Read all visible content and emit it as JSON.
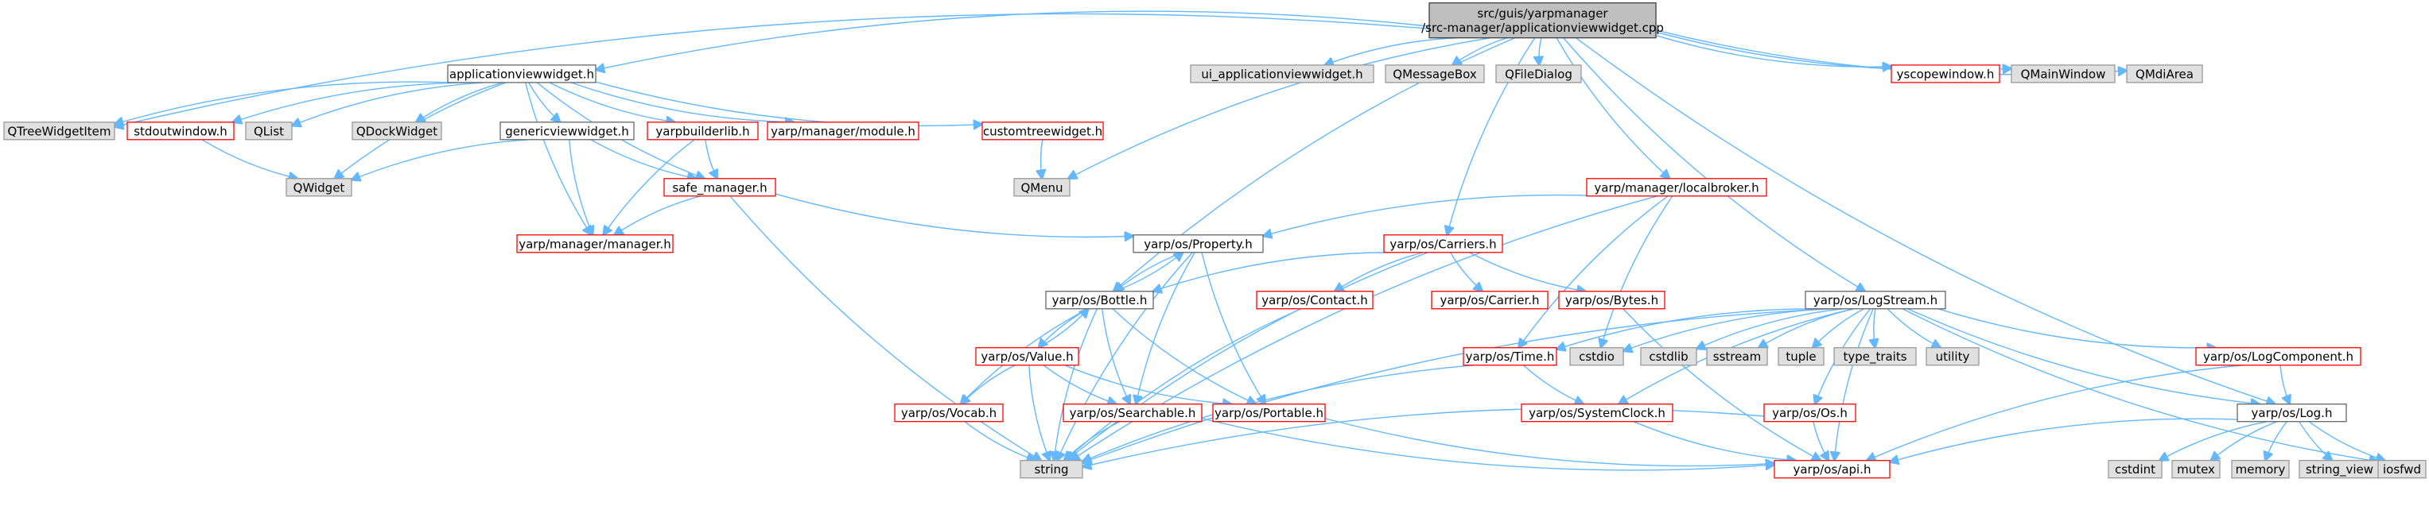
{
  "colors": {
    "edge": "#63b8ff",
    "node_white_fill": "#ffffff",
    "node_white_stroke": "#666666",
    "node_red_stroke": "#ff0000",
    "node_gray_fill": "#e0e0e0",
    "node_gray_stroke": "#999999",
    "root_fill": "#bfbfbf",
    "root_stroke": "#404040"
  },
  "nodes": [
    {
      "id": "root",
      "lines": [
        "src/guis/yarpmanager",
        "/src-manager/applicationviewwidget.cpp"
      ],
      "style": "root"
    },
    {
      "id": "appview",
      "lines": [
        "applicationviewwidget.h"
      ],
      "style": "white"
    },
    {
      "id": "ui_app",
      "lines": [
        "ui_applicationviewwidget.h"
      ],
      "style": "gray"
    },
    {
      "id": "qmessagebox",
      "lines": [
        "QMessageBox"
      ],
      "style": "gray"
    },
    {
      "id": "qfiledialog",
      "lines": [
        "QFileDialog"
      ],
      "style": "gray"
    },
    {
      "id": "yscope",
      "lines": [
        "yscopewindow.h"
      ],
      "style": "red"
    },
    {
      "id": "qmainwindow",
      "lines": [
        "QMainWindow"
      ],
      "style": "gray"
    },
    {
      "id": "qmdiarea",
      "lines": [
        "QMdiArea"
      ],
      "style": "gray"
    },
    {
      "id": "qtreewidgetitem",
      "lines": [
        "QTreeWidgetItem"
      ],
      "style": "gray"
    },
    {
      "id": "stdoutwindow",
      "lines": [
        "stdoutwindow.h"
      ],
      "style": "red"
    },
    {
      "id": "qlist",
      "lines": [
        "QList"
      ],
      "style": "gray"
    },
    {
      "id": "qdockwidget",
      "lines": [
        "QDockWidget"
      ],
      "style": "gray"
    },
    {
      "id": "genericview",
      "lines": [
        "genericviewwidget.h"
      ],
      "style": "white"
    },
    {
      "id": "yarpbuilderlib",
      "lines": [
        "yarpbuilderlib.h"
      ],
      "style": "red"
    },
    {
      "id": "managermodule",
      "lines": [
        "yarp/manager/module.h"
      ],
      "style": "red"
    },
    {
      "id": "customtree",
      "lines": [
        "customtreewidget.h"
      ],
      "style": "red"
    },
    {
      "id": "qwidget",
      "lines": [
        "QWidget"
      ],
      "style": "gray"
    },
    {
      "id": "safemanager",
      "lines": [
        "safe_manager.h"
      ],
      "style": "red"
    },
    {
      "id": "qmenu",
      "lines": [
        "QMenu"
      ],
      "style": "gray"
    },
    {
      "id": "localbroker",
      "lines": [
        "yarp/manager/localbroker.h"
      ],
      "style": "red"
    },
    {
      "id": "managerh",
      "lines": [
        "yarp/manager/manager.h"
      ],
      "style": "red"
    },
    {
      "id": "property",
      "lines": [
        "yarp/os/Property.h"
      ],
      "style": "white"
    },
    {
      "id": "carriers",
      "lines": [
        "yarp/os/Carriers.h"
      ],
      "style": "red"
    },
    {
      "id": "bottle",
      "lines": [
        "yarp/os/Bottle.h"
      ],
      "style": "white"
    },
    {
      "id": "contact",
      "lines": [
        "yarp/os/Contact.h"
      ],
      "style": "red"
    },
    {
      "id": "carrier",
      "lines": [
        "yarp/os/Carrier.h"
      ],
      "style": "red"
    },
    {
      "id": "bytes",
      "lines": [
        "yarp/os/Bytes.h"
      ],
      "style": "red"
    },
    {
      "id": "logstream",
      "lines": [
        "yarp/os/LogStream.h"
      ],
      "style": "white"
    },
    {
      "id": "value",
      "lines": [
        "yarp/os/Value.h"
      ],
      "style": "red"
    },
    {
      "id": "time",
      "lines": [
        "yarp/os/Time.h"
      ],
      "style": "red"
    },
    {
      "id": "cstdio",
      "lines": [
        "cstdio"
      ],
      "style": "gray"
    },
    {
      "id": "cstdlib",
      "lines": [
        "cstdlib"
      ],
      "style": "gray"
    },
    {
      "id": "sstream",
      "lines": [
        "sstream"
      ],
      "style": "gray"
    },
    {
      "id": "tuple",
      "lines": [
        "tuple"
      ],
      "style": "gray"
    },
    {
      "id": "type_traits",
      "lines": [
        "type_traits"
      ],
      "style": "gray"
    },
    {
      "id": "utility",
      "lines": [
        "utility"
      ],
      "style": "gray"
    },
    {
      "id": "logcomponent",
      "lines": [
        "yarp/os/LogComponent.h"
      ],
      "style": "red"
    },
    {
      "id": "vocab",
      "lines": [
        "yarp/os/Vocab.h"
      ],
      "style": "red"
    },
    {
      "id": "searchable",
      "lines": [
        "yarp/os/Searchable.h"
      ],
      "style": "red"
    },
    {
      "id": "portable",
      "lines": [
        "yarp/os/Portable.h"
      ],
      "style": "red"
    },
    {
      "id": "systemclock",
      "lines": [
        "yarp/os/SystemClock.h"
      ],
      "style": "red"
    },
    {
      "id": "os",
      "lines": [
        "yarp/os/Os.h"
      ],
      "style": "red"
    },
    {
      "id": "log",
      "lines": [
        "yarp/os/Log.h"
      ],
      "style": "white"
    },
    {
      "id": "string",
      "lines": [
        "string"
      ],
      "style": "gray"
    },
    {
      "id": "api",
      "lines": [
        "yarp/os/api.h"
      ],
      "style": "red"
    },
    {
      "id": "cstdint",
      "lines": [
        "cstdint"
      ],
      "style": "gray"
    },
    {
      "id": "mutex",
      "lines": [
        "mutex"
      ],
      "style": "gray"
    },
    {
      "id": "memory",
      "lines": [
        "memory"
      ],
      "style": "gray"
    },
    {
      "id": "string_view",
      "lines": [
        "string_view"
      ],
      "style": "gray"
    },
    {
      "id": "iosfwd",
      "lines": [
        "iosfwd"
      ],
      "style": "gray"
    }
  ],
  "edges": [
    [
      "root",
      "appview"
    ],
    [
      "root",
      "ui_app"
    ],
    [
      "root",
      "qmessagebox"
    ],
    [
      "root",
      "qfiledialog"
    ],
    [
      "root",
      "yscope"
    ],
    [
      "root",
      "qmainwindow"
    ],
    [
      "root",
      "qmdiarea"
    ],
    [
      "root",
      "qtreewidgetitem"
    ],
    [
      "root",
      "qmenu"
    ],
    [
      "root",
      "localbroker"
    ],
    [
      "root",
      "carriers"
    ],
    [
      "root",
      "bottle"
    ],
    [
      "root",
      "logstream"
    ],
    [
      "root",
      "log"
    ],
    [
      "appview",
      "qtreewidgetitem"
    ],
    [
      "appview",
      "stdoutwindow"
    ],
    [
      "appview",
      "qlist"
    ],
    [
      "appview",
      "qdockwidget"
    ],
    [
      "appview",
      "genericview"
    ],
    [
      "appview",
      "yarpbuilderlib"
    ],
    [
      "appview",
      "managermodule"
    ],
    [
      "appview",
      "customtree"
    ],
    [
      "appview",
      "qwidget"
    ],
    [
      "appview",
      "safemanager"
    ],
    [
      "appview",
      "managerh"
    ],
    [
      "stdoutwindow",
      "qwidget"
    ],
    [
      "genericview",
      "qwidget"
    ],
    [
      "genericview",
      "safemanager"
    ],
    [
      "genericview",
      "managerh"
    ],
    [
      "yarpbuilderlib",
      "safemanager"
    ],
    [
      "yarpbuilderlib",
      "managerh"
    ],
    [
      "customtree",
      "qmenu"
    ],
    [
      "safemanager",
      "managerh"
    ],
    [
      "safemanager",
      "property"
    ],
    [
      "safemanager",
      "string"
    ],
    [
      "localbroker",
      "property"
    ],
    [
      "localbroker",
      "string"
    ],
    [
      "localbroker",
      "time"
    ],
    [
      "localbroker",
      "cstdio"
    ],
    [
      "property",
      "bottle"
    ],
    [
      "property",
      "searchable"
    ],
    [
      "property",
      "portable"
    ],
    [
      "property",
      "string"
    ],
    [
      "carriers",
      "bottle"
    ],
    [
      "carriers",
      "contact"
    ],
    [
      "carriers",
      "carrier"
    ],
    [
      "carriers",
      "bytes"
    ],
    [
      "carriers",
      "string"
    ],
    [
      "bottle",
      "property"
    ],
    [
      "bottle",
      "value"
    ],
    [
      "bottle",
      "vocab"
    ],
    [
      "bottle",
      "searchable"
    ],
    [
      "bottle",
      "portable"
    ],
    [
      "bottle",
      "string"
    ],
    [
      "value",
      "bottle"
    ],
    [
      "value",
      "vocab"
    ],
    [
      "value",
      "searchable"
    ],
    [
      "value",
      "portable"
    ],
    [
      "value",
      "string"
    ],
    [
      "contact",
      "string"
    ],
    [
      "bytes",
      "api"
    ],
    [
      "vocab",
      "string"
    ],
    [
      "searchable",
      "string"
    ],
    [
      "searchable",
      "api"
    ],
    [
      "portable",
      "api"
    ],
    [
      "logstream",
      "time"
    ],
    [
      "logstream",
      "cstdio"
    ],
    [
      "logstream",
      "cstdlib"
    ],
    [
      "logstream",
      "sstream"
    ],
    [
      "logstream",
      "tuple"
    ],
    [
      "logstream",
      "type_traits"
    ],
    [
      "logstream",
      "utility"
    ],
    [
      "logstream",
      "logcomponent"
    ],
    [
      "logstream",
      "log"
    ],
    [
      "logstream",
      "os"
    ],
    [
      "logstream",
      "systemclock"
    ],
    [
      "logstream",
      "string"
    ],
    [
      "logstream",
      "api"
    ],
    [
      "logstream",
      "iosfwd"
    ],
    [
      "time",
      "systemclock"
    ],
    [
      "time",
      "string"
    ],
    [
      "systemclock",
      "api"
    ],
    [
      "os",
      "string"
    ],
    [
      "os",
      "api"
    ],
    [
      "logcomponent",
      "log"
    ],
    [
      "logcomponent",
      "api"
    ],
    [
      "log",
      "api"
    ],
    [
      "log",
      "cstdint"
    ],
    [
      "log",
      "mutex"
    ],
    [
      "log",
      "memory"
    ],
    [
      "log",
      "string_view"
    ],
    [
      "log",
      "iosfwd"
    ]
  ]
}
